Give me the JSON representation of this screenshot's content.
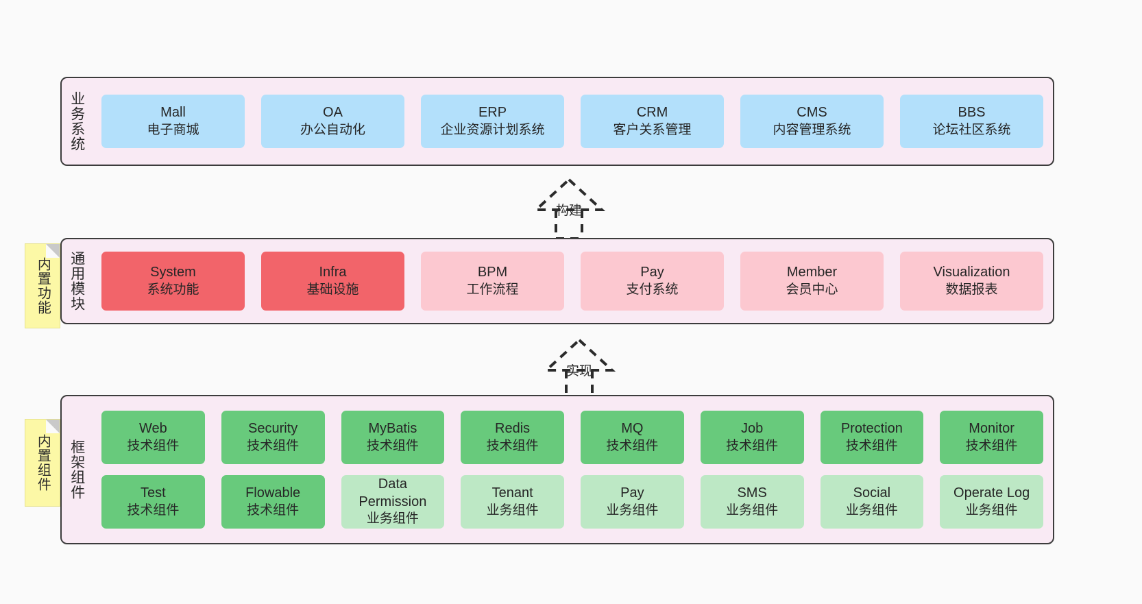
{
  "diagram": {
    "background_color": "#fafafa",
    "layer_fill": "#f9eaf4",
    "layer_border": "#3c3c3c"
  },
  "layers": [
    {
      "id": "business",
      "title": "业务系统",
      "rows": [
        {
          "nodes": [
            {
              "en": "Mall",
              "cn": "电子商城",
              "color": "#b3e0fb",
              "style": "c-blue"
            },
            {
              "en": "OA",
              "cn": "办公自动化",
              "color": "#b3e0fb",
              "style": "c-blue"
            },
            {
              "en": "ERP",
              "cn": "企业资源计划系统",
              "color": "#b3e0fb",
              "style": "c-blue"
            },
            {
              "en": "CRM",
              "cn": "客户关系管理",
              "color": "#b3e0fb",
              "style": "c-blue"
            },
            {
              "en": "CMS",
              "cn": "内容管理系统",
              "color": "#b3e0fb",
              "style": "c-blue"
            },
            {
              "en": "BBS",
              "cn": "论坛社区系统",
              "color": "#b3e0fb",
              "style": "c-blue"
            }
          ]
        }
      ]
    },
    {
      "id": "common-modules",
      "title": "通用模块",
      "note": "内置功能",
      "rows": [
        {
          "nodes": [
            {
              "en": "System",
              "cn": "系统功能",
              "color": "#f2646a",
              "style": "c-red"
            },
            {
              "en": "Infra",
              "cn": "基础设施",
              "color": "#f2646a",
              "style": "c-red"
            },
            {
              "en": "BPM",
              "cn": "工作流程",
              "color": "#fcc8d0",
              "style": "c-pink"
            },
            {
              "en": "Pay",
              "cn": "支付系统",
              "color": "#fcc8d0",
              "style": "c-pink"
            },
            {
              "en": "Member",
              "cn": "会员中心",
              "color": "#fcc8d0",
              "style": "c-pink"
            },
            {
              "en": "Visualization",
              "cn": "数据报表",
              "color": "#fcc8d0",
              "style": "c-pink"
            }
          ]
        }
      ]
    },
    {
      "id": "framework-components",
      "title": "框架组件",
      "note": "内置组件",
      "rows": [
        {
          "nodes": [
            {
              "en": "Web",
              "cn": "技术组件",
              "color": "#68ca7c",
              "style": "c-green"
            },
            {
              "en": "Security",
              "cn": "技术组件",
              "color": "#68ca7c",
              "style": "c-green"
            },
            {
              "en": "MyBatis",
              "cn": "技术组件",
              "color": "#68ca7c",
              "style": "c-green"
            },
            {
              "en": "Redis",
              "cn": "技术组件",
              "color": "#68ca7c",
              "style": "c-green"
            },
            {
              "en": "MQ",
              "cn": "技术组件",
              "color": "#68ca7c",
              "style": "c-green"
            },
            {
              "en": "Job",
              "cn": "技术组件",
              "color": "#68ca7c",
              "style": "c-green"
            },
            {
              "en": "Protection",
              "cn": "技术组件",
              "color": "#68ca7c",
              "style": "c-green"
            },
            {
              "en": "Monitor",
              "cn": "技术组件",
              "color": "#68ca7c",
              "style": "c-green"
            }
          ]
        },
        {
          "nodes": [
            {
              "en": "Test",
              "cn": "技术组件",
              "color": "#68ca7c",
              "style": "c-green"
            },
            {
              "en": "Flowable",
              "cn": "技术组件",
              "color": "#68ca7c",
              "style": "c-green"
            },
            {
              "en": "Data Permission",
              "cn": "业务组件",
              "color": "#bde8c5",
              "style": "c-greenlite"
            },
            {
              "en": "Tenant",
              "cn": "业务组件",
              "color": "#bde8c5",
              "style": "c-greenlite"
            },
            {
              "en": "Pay",
              "cn": "业务组件",
              "color": "#bde8c5",
              "style": "c-greenlite"
            },
            {
              "en": "SMS",
              "cn": "业务组件",
              "color": "#bde8c5",
              "style": "c-greenlite"
            },
            {
              "en": "Social",
              "cn": "业务组件",
              "color": "#bde8c5",
              "style": "c-greenlite"
            },
            {
              "en": "Operate Log",
              "cn": "业务组件",
              "color": "#bde8c5",
              "style": "c-greenlite"
            }
          ]
        }
      ]
    }
  ],
  "connectors": [
    {
      "id": "build",
      "label": "构建",
      "from": "common-modules",
      "to": "business"
    },
    {
      "id": "implement",
      "label": "实现",
      "from": "framework-components",
      "to": "common-modules"
    }
  ]
}
